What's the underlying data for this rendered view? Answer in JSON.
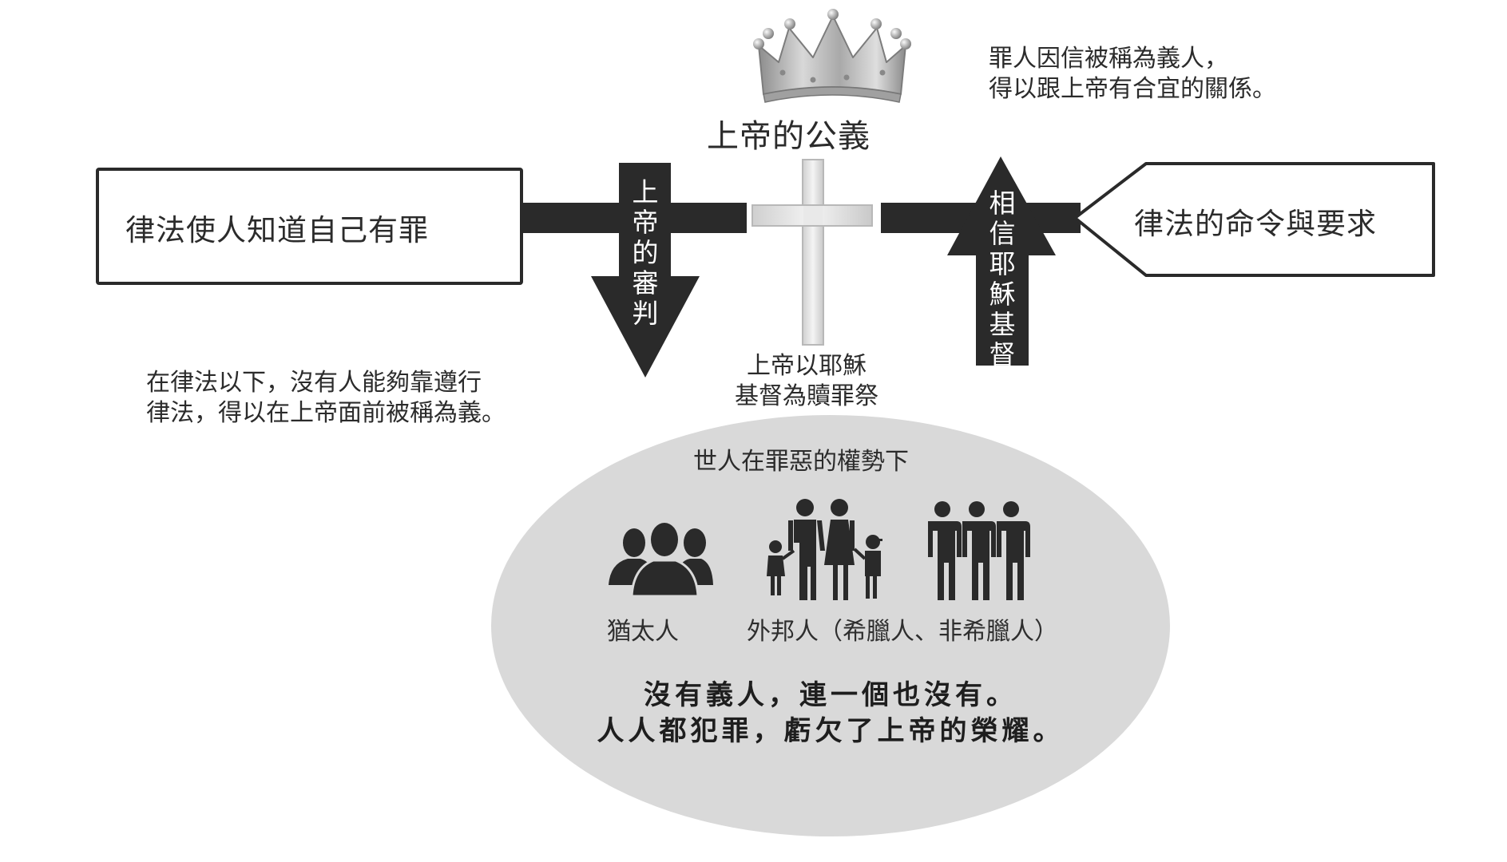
{
  "diagram": {
    "top_heading": "上帝的公義",
    "top_right_note": [
      "罪人因信被稱為義人，",
      "得以跟上帝有合宜的關係。"
    ],
    "left_box": "律法使人知道自己有罪",
    "right_box": "律法的命令與要求",
    "down_arrow_label": "上帝的審判",
    "up_arrow_label": "相信耶穌基督",
    "cross_caption": [
      "上帝以耶穌",
      "基督為贖罪祭"
    ],
    "left_caption": [
      "在律法以下，沒有人能夠靠遵行",
      "律法，得以在上帝面前被稱為義。"
    ],
    "ellipse": {
      "title": "世人在罪惡的權勢下",
      "groups": [
        {
          "icon": "group-people-icon",
          "label": "猶太人"
        },
        {
          "icon": "family-icon",
          "label": "外邦人（希臘人、非希臘人）"
        },
        {
          "icon": "three-men-icon",
          "label": ""
        }
      ],
      "verse": [
        "沒有義人，連一個也沒有。",
        "人人都犯罪，虧欠了上帝的榮耀。"
      ]
    },
    "icons": {
      "crown": "crown-icon",
      "cross": "cross-icon"
    },
    "colors": {
      "dark": "#2a2a2a",
      "ellipse_fill": "#d9d9d9",
      "cross_fill": "#e2e2e2",
      "crown_fill": "#b5b5b5"
    }
  }
}
